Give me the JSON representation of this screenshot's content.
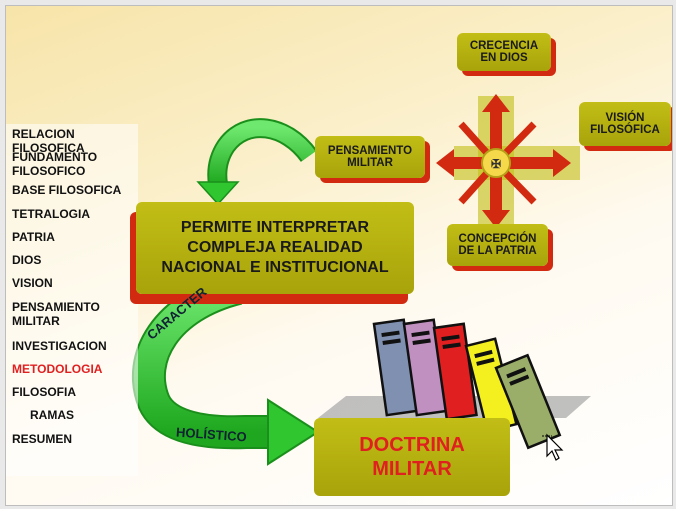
{
  "nav": {
    "items": [
      {
        "label": "RELACION\nFILOSOFICA"
      },
      {
        "label": "FUNDAMENTO\nFILOSOFICO"
      },
      {
        "label": "BASE FILOSOFICA"
      },
      {
        "label": "TETRALOGIA"
      },
      {
        "label": "PATRIA"
      },
      {
        "label": "DIOS"
      },
      {
        "label": "VISION"
      },
      {
        "label": "PENSAMIENTO\nMILITAR"
      },
      {
        "label": "INVESTIGACION"
      },
      {
        "label": "METODOLOGIA"
      },
      {
        "label": "FILOSOFIA"
      },
      {
        "label": "RAMAS"
      },
      {
        "label": "RESUMEN"
      }
    ]
  },
  "diagram": {
    "creencia": "CRECENCIA\nEN DIOS",
    "vision": "VISIÓN\nFILOSÓFICA",
    "pensamiento": "PENSAMIENTO\nMILITAR",
    "concepcion": "CONCEPCIÓN\nDE LA PATRIA",
    "permite": "PERMITE INTERPRETAR COMPLEJA REALIDAD NACIONAL E INSTITUCIONAL",
    "caracter": "CARACTER",
    "holistico": "HOLÍSTICO",
    "doctrina": "DOCTRINA\nMILITAR"
  },
  "colors": {
    "accent_red": "#e02020",
    "olive": "#b5b010",
    "arrow_green": "#2fc62f",
    "shadow_red": "#d22a10"
  }
}
